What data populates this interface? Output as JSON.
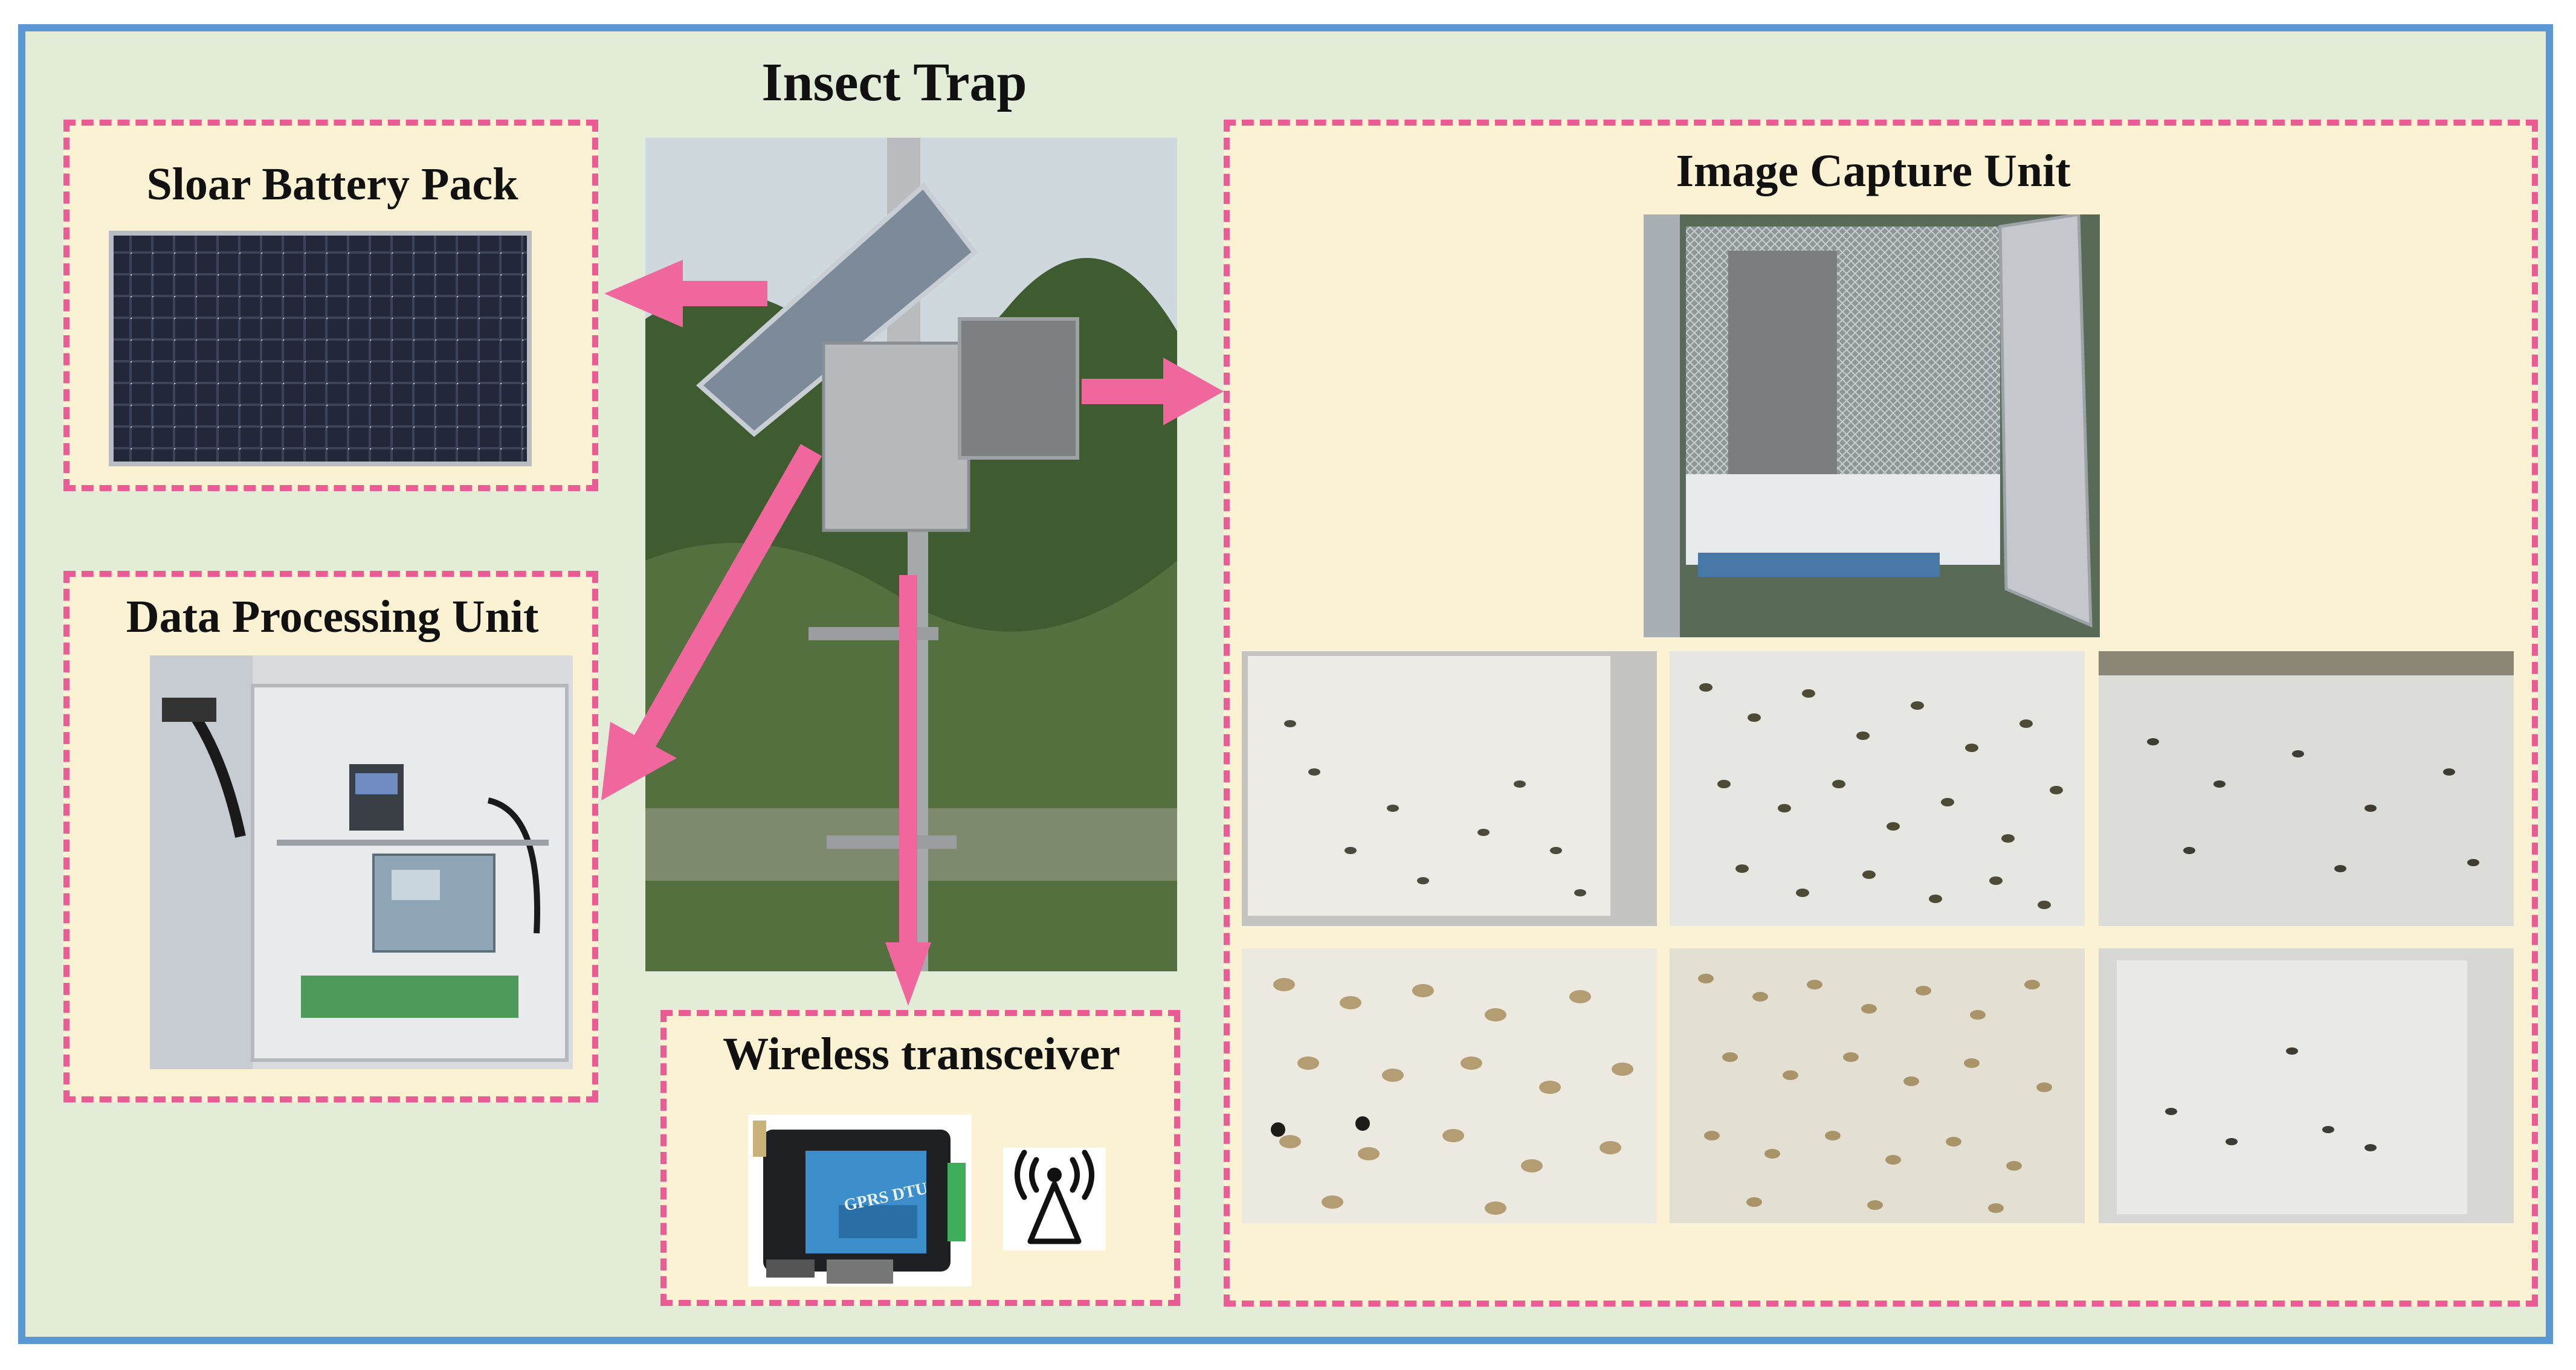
{
  "title": "Insect Trap",
  "panels": {
    "solar": {
      "label": "Sloar Battery Pack"
    },
    "data_processing": {
      "label": "Data Processing Unit"
    },
    "wireless": {
      "label": "Wireless transceiver",
      "device_text": "GPRS DTU"
    },
    "image_capture": {
      "label": "Image Capture Unit"
    }
  },
  "colors": {
    "border": "#5b97d3",
    "background": "#e3ecd7",
    "panel_fill": "#fbf2d3",
    "dash": "#ec5c94",
    "arrow": "#f0679e"
  },
  "icons": [
    "solar-panel-icon",
    "antenna-icon",
    "arrow-icon"
  ]
}
